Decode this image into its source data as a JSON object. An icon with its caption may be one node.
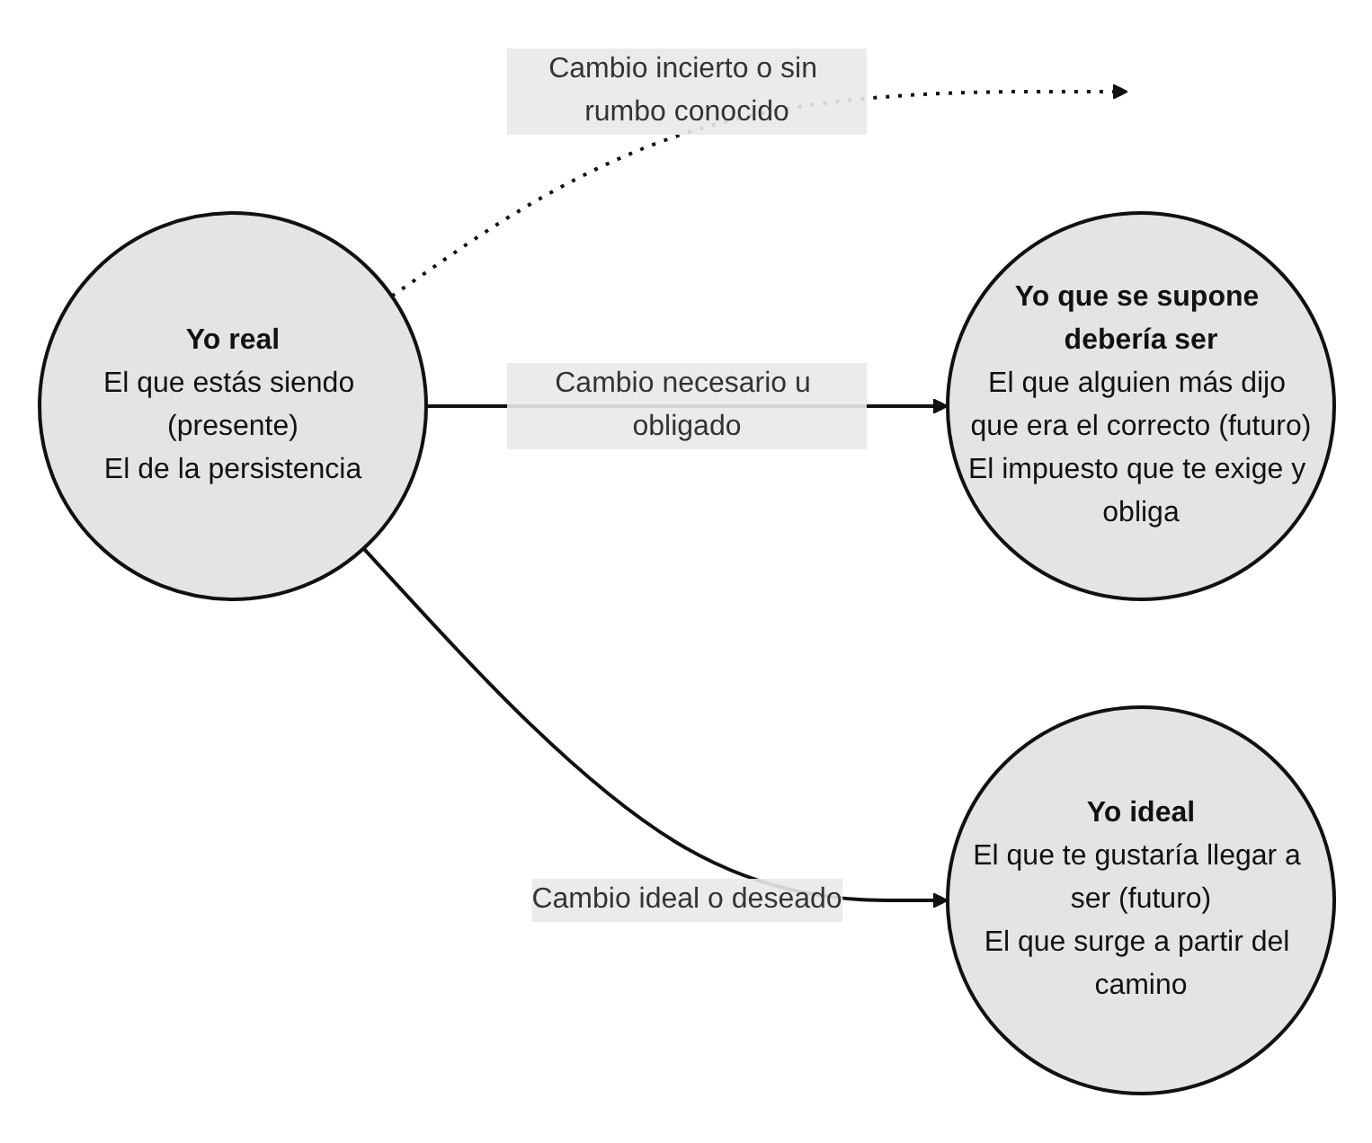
{
  "diagram": {
    "nodes": [
      {
        "text": [
          "Yo real",
          "El que estás siendo (presente)",
          "El de la persistencia"
        ]
      },
      {
        "text": [
          "Yo que se supone debería ser",
          "El que alguien más dijo que era el correcto (futuro)",
          "El impuesto que te exige y obliga"
        ]
      },
      {
        "text": [
          "Yo ideal",
          "El que te gustaría llegar a ser (futuro)",
          "El que surge a partir del camino"
        ]
      }
    ],
    "edges": [
      {
        "from": 0,
        "to": null,
        "arrow": "to",
        "label": "Cambio incierto o sin rumbo conocido",
        "style": "dashed"
      },
      {
        "from": 0,
        "to": 1,
        "arrow": "to",
        "label": "Cambio necesario u obligado"
      },
      {
        "from": 0,
        "to": 2,
        "arrow": "to",
        "label": "Cambio ideal o deseado"
      }
    ]
  }
}
